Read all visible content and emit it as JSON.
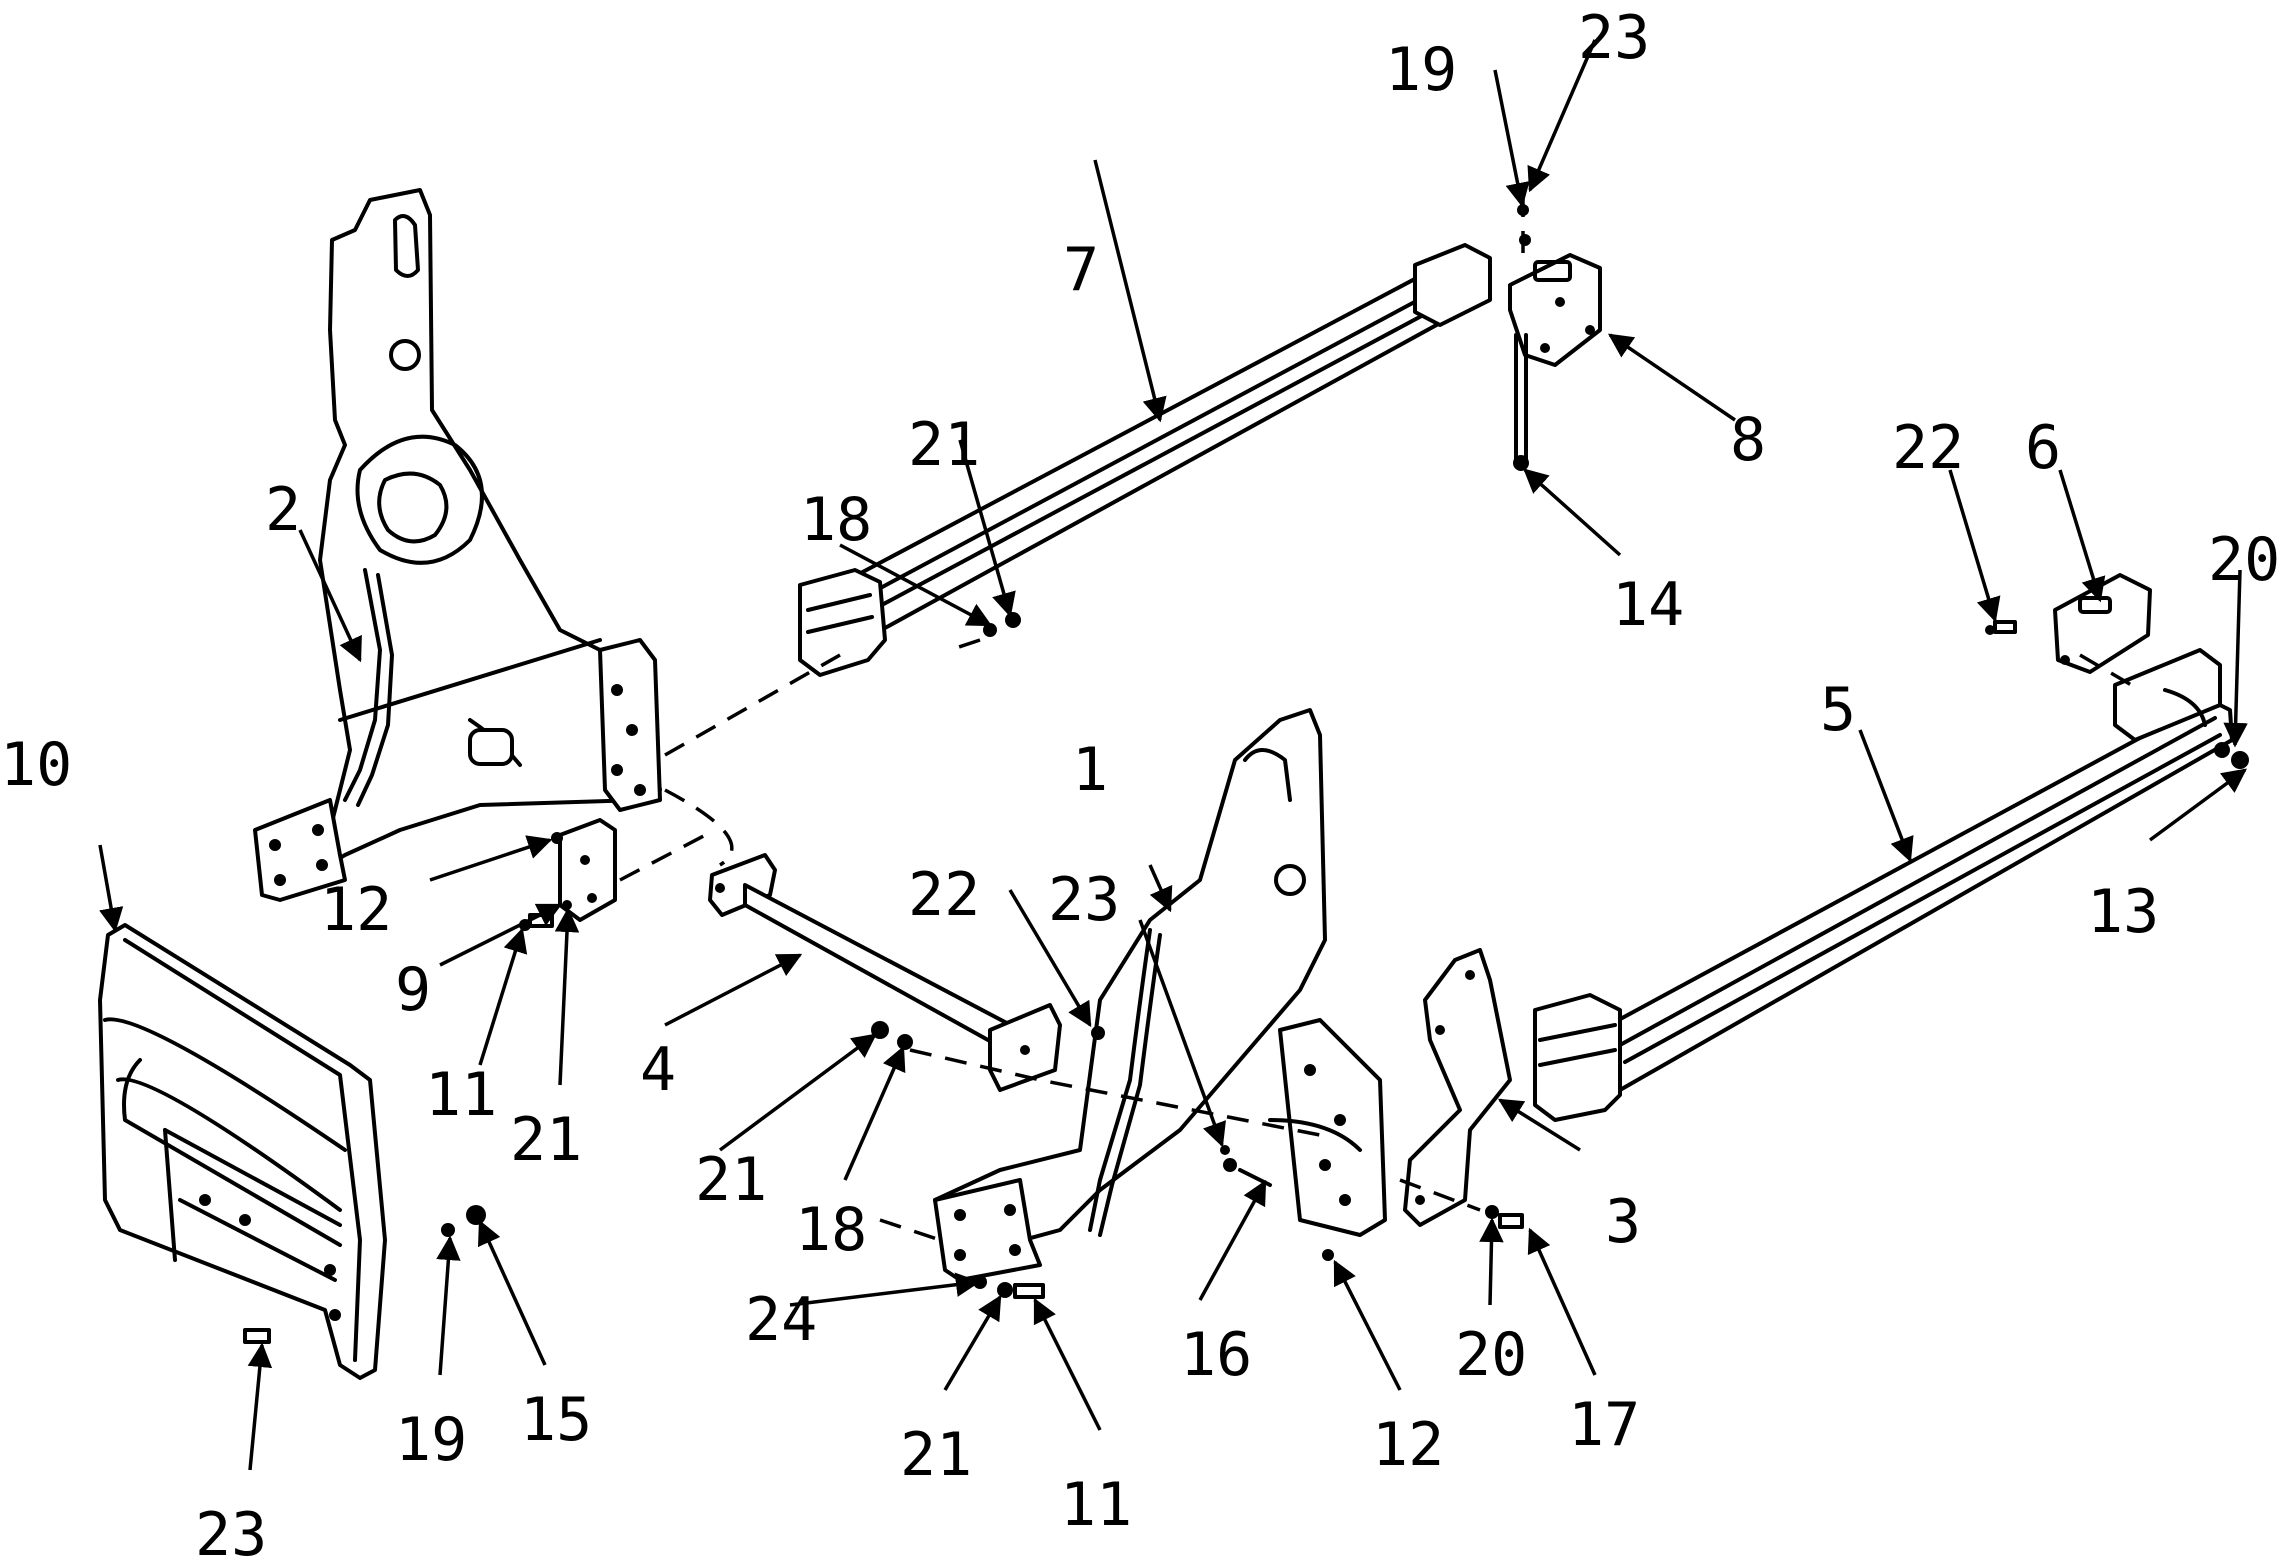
{
  "diagram": {
    "labels": {
      "p1": "1",
      "p2": "2",
      "p3": "3",
      "p4": "4",
      "p5": "5",
      "p6": "6",
      "p7": "7",
      "p8": "8",
      "p9": "9",
      "p10": "10",
      "p11a": "11",
      "p11b": "11",
      "p12a": "12",
      "p12b": "12",
      "p13": "13",
      "p14": "14",
      "p15": "15",
      "p16": "16",
      "p17": "17",
      "p18a": "18",
      "p18b": "18",
      "p19a": "19",
      "p19b": "19",
      "p20a": "20",
      "p20b": "20",
      "p21a": "21",
      "p21b": "21",
      "p21c": "21",
      "p21d": "21",
      "p22a": "22",
      "p22b": "22",
      "p23a": "23",
      "p23b": "23",
      "p23c": "23",
      "p24": "24"
    }
  }
}
